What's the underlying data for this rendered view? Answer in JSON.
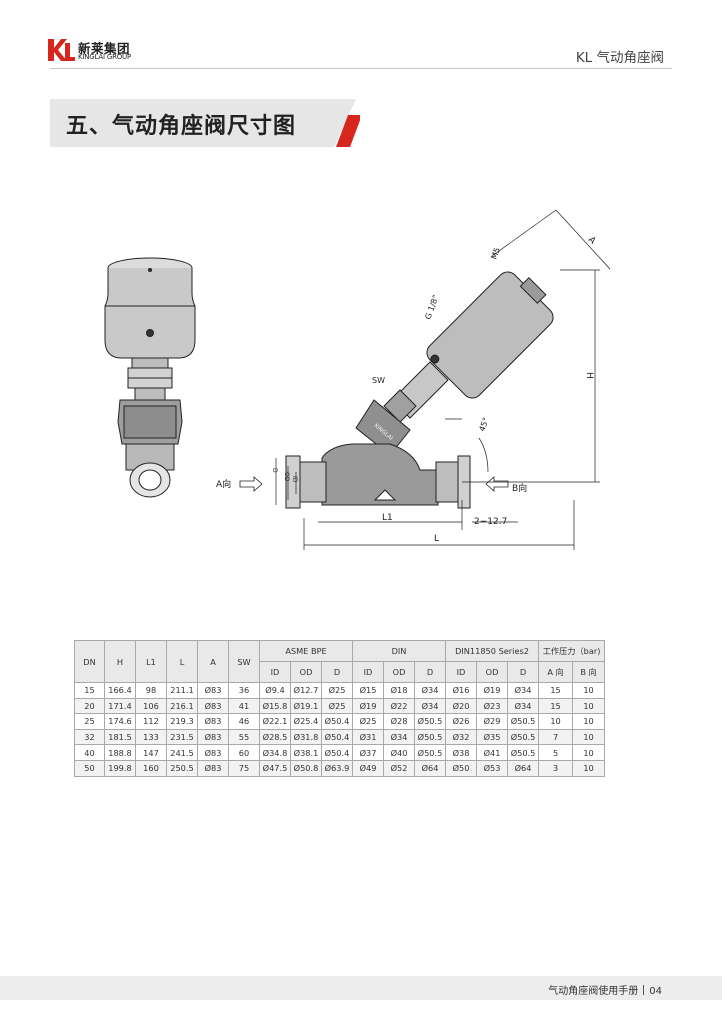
{
  "brand": {
    "name_cn": "新莱集团",
    "name_en": "KINGLAI GROUP",
    "primary_color": "#d7261e"
  },
  "header": {
    "product_title": "KL 气动角座阀"
  },
  "section": {
    "title": "五、气动角座阀尺寸图"
  },
  "drawing_labels": {
    "m5": "M5",
    "g18": "G 1/8\"",
    "a": "A",
    "h": "H",
    "sw": "SW",
    "angle": "45°",
    "inlet": "A向",
    "outlet": "B向",
    "d": "D",
    "od": "OD",
    "id": "ID",
    "l1": "L1",
    "l": "L",
    "offset": "2−12.7",
    "body_mark": "KINGLAI"
  },
  "table": {
    "headers": {
      "dn": "DN",
      "h": "H",
      "l1": "L1",
      "l": "L",
      "a": "A",
      "sw": "SW",
      "asme": "ASME BPE",
      "din": "DIN",
      "din11850": "DIN11850 Series2",
      "pressure": "工作压力（bar)",
      "id": "ID",
      "od": "OD",
      "d": "D",
      "a_dir": "A 向",
      "b_dir": "B 向"
    },
    "rows": [
      [
        "15",
        "166.4",
        "98",
        "211.1",
        "Ø83",
        "36",
        "Ø9.4",
        "Ø12.7",
        "Ø25",
        "Ø15",
        "Ø18",
        "Ø34",
        "Ø16",
        "Ø19",
        "Ø34",
        "15",
        "10"
      ],
      [
        "20",
        "171.4",
        "106",
        "216.1",
        "Ø83",
        "41",
        "Ø15.8",
        "Ø19.1",
        "Ø25",
        "Ø19",
        "Ø22",
        "Ø34",
        "Ø20",
        "Ø23",
        "Ø34",
        "15",
        "10"
      ],
      [
        "25",
        "174.6",
        "112",
        "219.3",
        "Ø83",
        "46",
        "Ø22.1",
        "Ø25.4",
        "Ø50.4",
        "Ø25",
        "Ø28",
        "Ø50.5",
        "Ø26",
        "Ø29",
        "Ø50.5",
        "10",
        "10"
      ],
      [
        "32",
        "181.5",
        "133",
        "231.5",
        "Ø83",
        "55",
        "Ø28.5",
        "Ø31.8",
        "Ø50.4",
        "Ø31",
        "Ø34",
        "Ø50.5",
        "Ø32",
        "Ø35",
        "Ø50.5",
        "7",
        "10"
      ],
      [
        "40",
        "188.8",
        "147",
        "241.5",
        "Ø83",
        "60",
        "Ø34.8",
        "Ø38.1",
        "Ø50.4",
        "Ø37",
        "Ø40",
        "Ø50.5",
        "Ø38",
        "Ø41",
        "Ø50.5",
        "5",
        "10"
      ],
      [
        "50",
        "199.8",
        "160",
        "250.5",
        "Ø83",
        "75",
        "Ø47.5",
        "Ø50.8",
        "Ø63.9",
        "Ø49",
        "Ø52",
        "Ø64",
        "Ø50",
        "Ø53",
        "Ø64",
        "3",
        "10"
      ]
    ]
  },
  "footer": {
    "manual": "气动角座阀使用手册",
    "page": "04"
  }
}
